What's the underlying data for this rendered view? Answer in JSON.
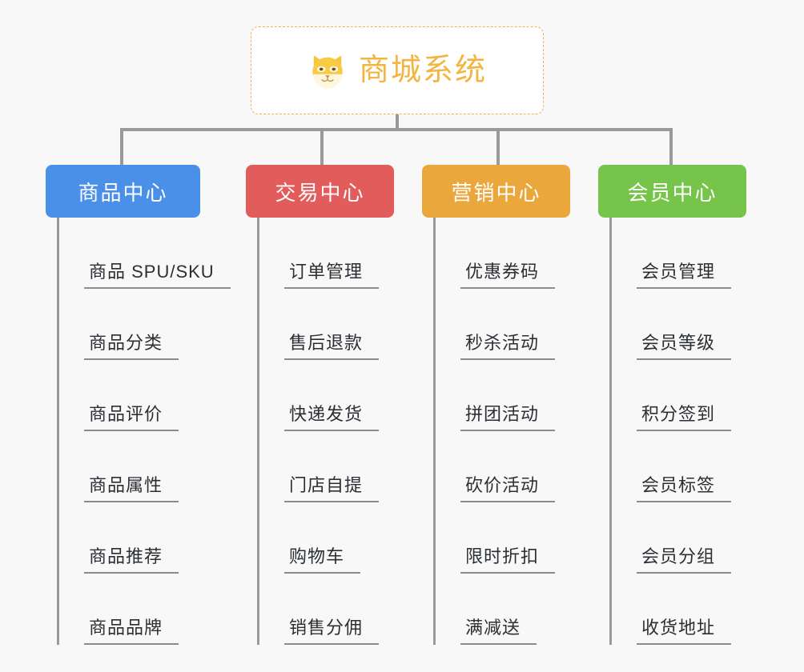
{
  "background_color": "#f8f8f8",
  "root": {
    "icon": "shiba-dog-face-icon",
    "title": "商城系统",
    "title_color": "#f3b53f",
    "border_color": "#f0b34a",
    "background": "#ffffff"
  },
  "connector_color": "#9a9a9a",
  "columns": [
    {
      "id": "product-center",
      "label": "商品中心",
      "color": "#4a90e8",
      "items": [
        "商品 SPU/SKU",
        "商品分类",
        "商品评价",
        "商品属性",
        "商品推荐",
        "商品品牌"
      ]
    },
    {
      "id": "trade-center",
      "label": "交易中心",
      "color": "#e25c5c",
      "items": [
        "订单管理",
        "售后退款",
        "快递发货",
        "门店自提",
        "购物车",
        "销售分佣"
      ]
    },
    {
      "id": "marketing-center",
      "label": "营销中心",
      "color": "#eaa83c",
      "items": [
        "优惠券码",
        "秒杀活动",
        "拼团活动",
        "砍价活动",
        "限时折扣",
        "满减送"
      ]
    },
    {
      "id": "member-center",
      "label": "会员中心",
      "color": "#76c44a",
      "items": [
        "会员管理",
        "会员等级",
        "积分签到",
        "会员标签",
        "会员分组",
        "收货地址"
      ]
    }
  ]
}
